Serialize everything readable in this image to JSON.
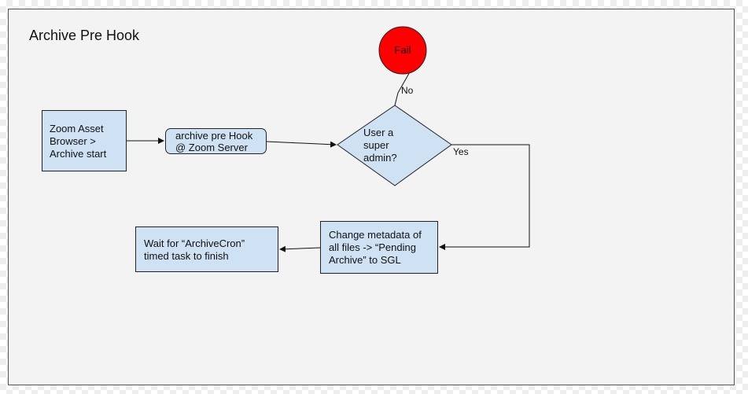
{
  "diagram": {
    "title": "Archive Pre Hook",
    "nodes": {
      "start": {
        "lines": [
          "Zoom Asset",
          "Browser >",
          "Archive start"
        ]
      },
      "hook": {
        "lines": [
          "archive pre Hook",
          "@ Zoom Server"
        ]
      },
      "decision": {
        "lines": [
          "User a",
          "super",
          "admin?"
        ]
      },
      "fail": {
        "label": "Fail"
      },
      "change": {
        "lines": [
          "Change metadata of",
          "all files -> “Pending",
          "Archive” to SGL"
        ]
      },
      "wait": {
        "lines": [
          "Wait for “ArchiveCron”",
          "timed task to finish"
        ]
      }
    },
    "edges": {
      "no_label": "No",
      "yes_label": "Yes"
    },
    "colors": {
      "box_fill": "#cfe2f3",
      "fail_fill": "#ff0000",
      "stroke": "#222222",
      "frame_fill": "#f3f3f3"
    }
  }
}
